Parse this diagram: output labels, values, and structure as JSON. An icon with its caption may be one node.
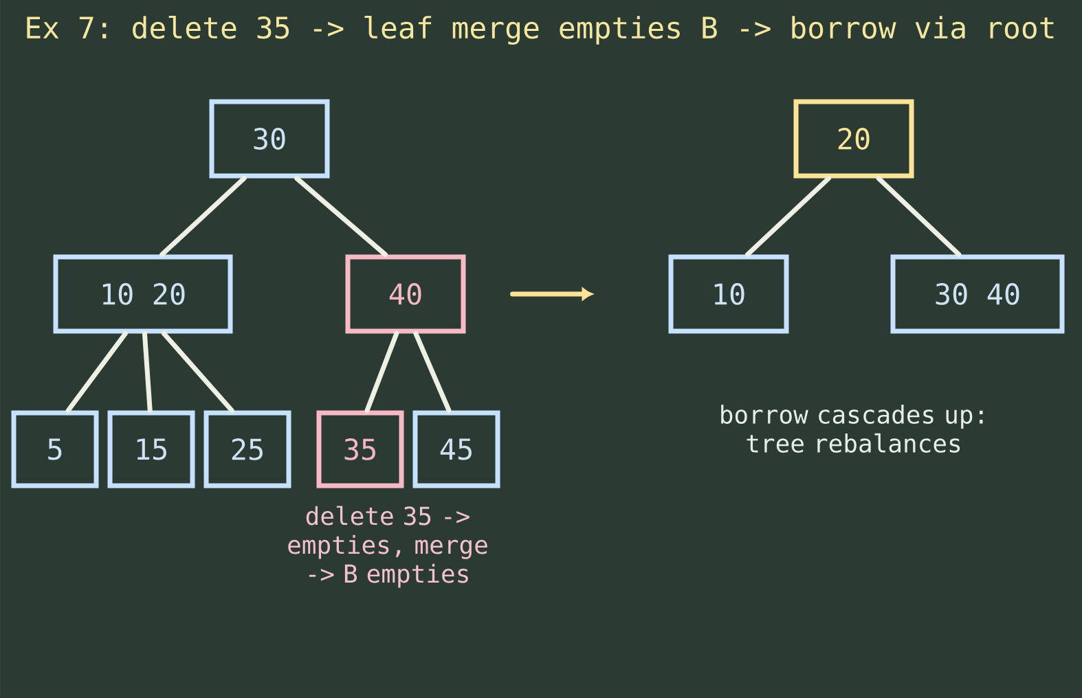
{
  "diagram": {
    "title": "Ex 7: delete 35 -> leaf merge empties B -> borrow via root",
    "nodes": [
      {
        "text": [
          "30"
        ]
      },
      {
        "text": [
          "10 20"
        ]
      },
      {
        "text": [
          "40"
        ]
      },
      {
        "text": [
          "5"
        ]
      },
      {
        "text": [
          "15"
        ]
      },
      {
        "text": [
          "25"
        ]
      },
      {
        "text": [
          "35"
        ],
        "beside": [
          "delete 35 -> empties, merge -> B empties"
        ]
      },
      {
        "text": [
          "45"
        ]
      },
      {
        "text": [
          "20"
        ]
      },
      {
        "text": [
          "10"
        ]
      },
      {
        "text": [
          "30 40"
        ]
      }
    ],
    "edges": [
      {
        "from": 0,
        "to": 1,
        "arrow": "none"
      },
      {
        "from": 0,
        "to": 2,
        "arrow": "none"
      },
      {
        "from": 1,
        "to": 3,
        "arrow": "none"
      },
      {
        "from": 1,
        "to": 4,
        "arrow": "none"
      },
      {
        "from": 1,
        "to": 5,
        "arrow": "none"
      },
      {
        "from": 2,
        "to": 6,
        "arrow": "none"
      },
      {
        "from": 2,
        "to": 7,
        "arrow": "none"
      },
      {
        "from": 2,
        "to": 9,
        "arrow": "to",
        "color": "#ffe396"
      },
      {
        "from": 8,
        "to": 9,
        "arrow": "none"
      },
      {
        "from": 8,
        "to": 10,
        "arrow": "none"
      }
    ],
    "labels": [
      "borrow cascades up: tree rebalances"
    ]
  }
}
